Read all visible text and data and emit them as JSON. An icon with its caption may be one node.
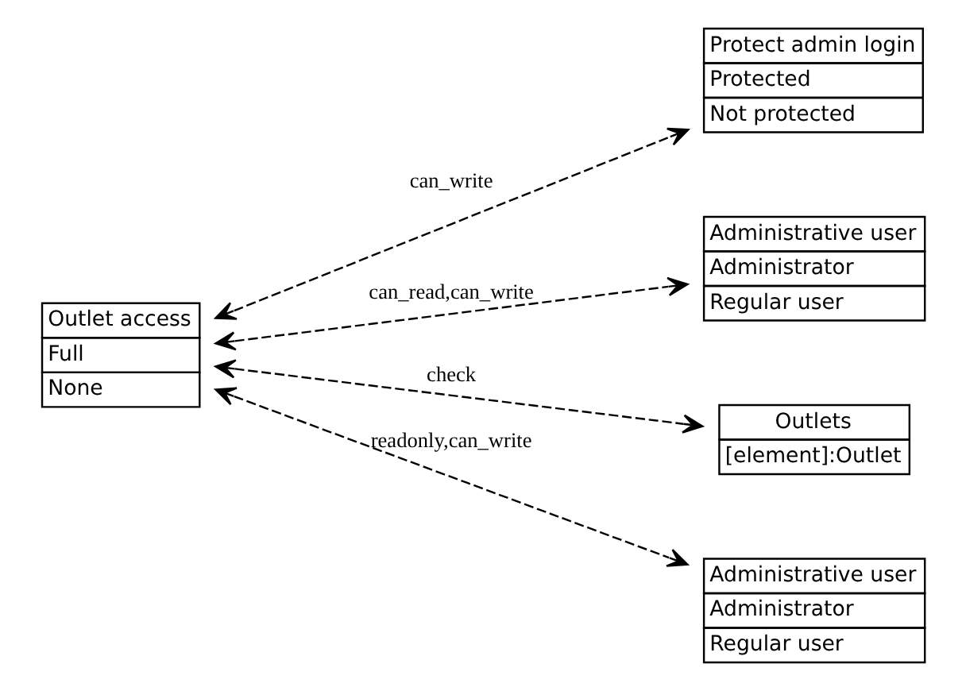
{
  "diagram": {
    "nodes": [
      {
        "text": [
          "Outlet access",
          "Full",
          "None"
        ]
      },
      {
        "text": [
          "Protect admin login",
          "Protected",
          "Not protected"
        ]
      },
      {
        "text": [
          "Administrative user",
          "Administrator",
          "Regular user"
        ]
      },
      {
        "text": [
          "Outlets",
          "[element]:Outlet"
        ]
      },
      {
        "text": [
          "Administrative user",
          "Administrator",
          "Regular user"
        ]
      }
    ],
    "edges": [
      {
        "from": 0,
        "to": 1,
        "arrow": "both",
        "style": "dashed",
        "label": "can_write"
      },
      {
        "from": 0,
        "to": 2,
        "arrow": "both",
        "style": "dashed",
        "label": "can_read,can_write"
      },
      {
        "from": 0,
        "to": 3,
        "arrow": "both",
        "style": "dashed",
        "label": "check"
      },
      {
        "from": 0,
        "to": 4,
        "arrow": "both",
        "style": "dashed",
        "label": "readonly,can_write"
      }
    ]
  }
}
